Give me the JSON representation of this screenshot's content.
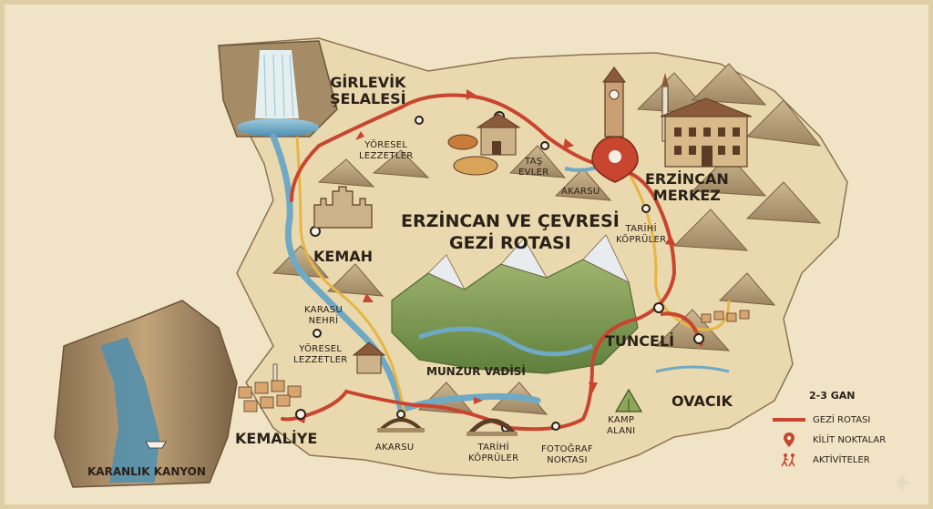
{
  "map": {
    "title_line1": "ERZİNCAN VE ÇEVRESİ",
    "title_line2": "GEZİ ROTASI"
  },
  "places": {
    "girlevik_1": "GİRLEVİK",
    "girlevik_2": "ŞELALESİ",
    "erzincan_1": "ERZİNCAN",
    "erzincan_2": "MERKEZ",
    "kemah": "KEMAH",
    "tunceli": "TUNCELİ",
    "ovacik": "OVACIK",
    "kemaliye": "KEMALİYE",
    "karanlik_kanyon": "KARANLIK KANYON",
    "munzur": "MUNZUR VADİSİ"
  },
  "points": {
    "yoresel_top_1": "YÖRESEL",
    "yoresel_top_2": "LEZZETLER",
    "tas_evler_1": "TAŞ",
    "tas_evler_2": "EVLER",
    "akarsu_top": "AKARSU",
    "tarihi_kopruler_right_1": "TARİHİ",
    "tarihi_kopruler_right_2": "KÖPRÜLER",
    "karasu_1": "KARASU",
    "karasu_2": "NEHRİ",
    "yoresel_left_1": "YÖRESEL",
    "yoresel_left_2": "LEZZETLER",
    "akarsu_bottom": "AKARSU",
    "tarihi_kopruler_bottom_1": "TARİHİ",
    "tarihi_kopruler_bottom_2": "KÖPRÜLER",
    "fotograf_1": "FOTOĞRAF",
    "fotograf_2": "NOKTASI",
    "kamp_1": "KAMP",
    "kamp_2": "ALANI"
  },
  "legend": {
    "heading": "2-3 GAN",
    "route": "GEZİ ROTASI",
    "key_points": "KİLİT NOKTALAR",
    "activities": "AKTİVİTELER"
  },
  "colors": {
    "parchment": "#f3e7cb",
    "route": "#c8452f",
    "river": "#6fa9c4",
    "secondary_route": "#e5b546",
    "mountain": "#b8a07a",
    "forest": "#6f8f4d"
  }
}
